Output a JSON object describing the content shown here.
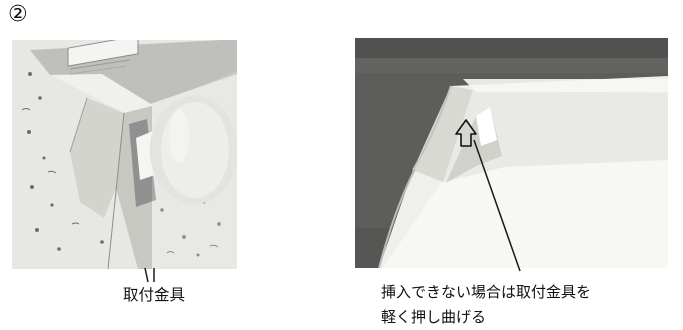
{
  "step": {
    "number": "②"
  },
  "left_figure": {
    "caption": "取付金具"
  },
  "right_figure": {
    "caption_line1": "挿入できない場合は取付金具を",
    "caption_line2": "軽く押し曲げる"
  },
  "icons": {
    "arrow": "up-arrow-icon"
  },
  "colors": {
    "text": "#111111",
    "line": "#1a1a1a",
    "photo_gray": "#d9d9d7"
  }
}
